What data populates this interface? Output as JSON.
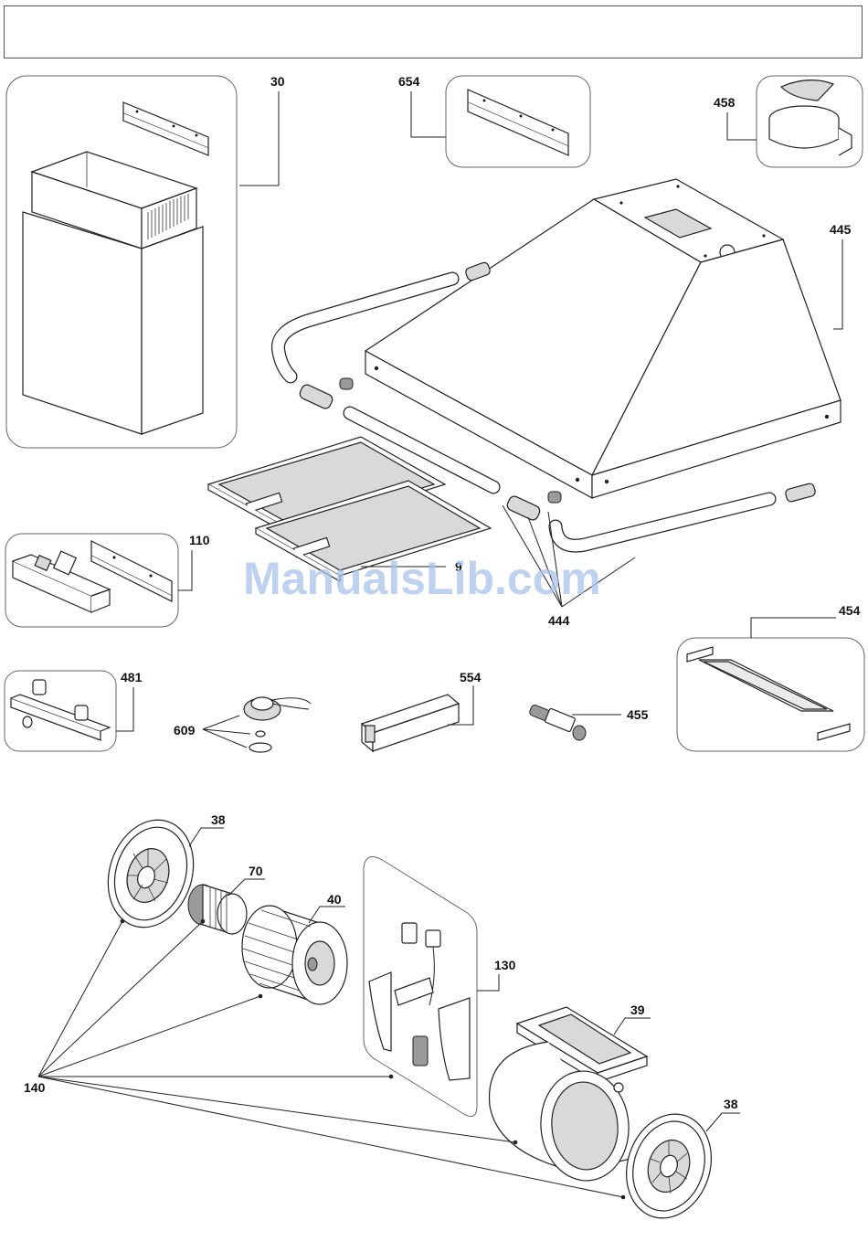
{
  "labels": {
    "p30": "30",
    "p654": "654",
    "p458": "458",
    "p445": "445",
    "p110": "110",
    "p9": "9",
    "p444": "444",
    "p454": "454",
    "p481": "481",
    "p609": "609",
    "p554": "554",
    "p455": "455",
    "p38a": "38",
    "p70": "70",
    "p40": "40",
    "p130": "130",
    "p39": "39",
    "p38b": "38",
    "p140": "140"
  },
  "watermark": "ManualsLib.com"
}
